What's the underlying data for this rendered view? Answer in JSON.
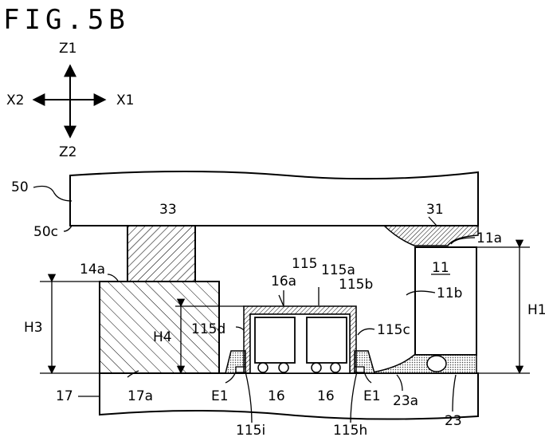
{
  "title": "FIG.5B",
  "axes": {
    "z1": "Z1",
    "z2": "Z2",
    "x1": "X1",
    "x2": "X2"
  },
  "labels": {
    "l50": "50",
    "l50c": "50c",
    "l33": "33",
    "l31": "31",
    "l11a": "11a",
    "l11": "11",
    "l11b": "11b",
    "l115": "115",
    "l115a": "115a",
    "l115b": "115b",
    "l16a": "16a",
    "l14a": "14a",
    "l115d": "115d",
    "l115c": "115c",
    "H1": "H1",
    "H3": "H3",
    "H4": "H4",
    "l17": "17",
    "l17a": "17a",
    "E1a": "E1",
    "E1b": "E1",
    "l16a_bottom": "16",
    "l16b_bottom": "16",
    "l115i": "115i",
    "l115h": "115h",
    "l23a": "23a",
    "l23": "23"
  }
}
